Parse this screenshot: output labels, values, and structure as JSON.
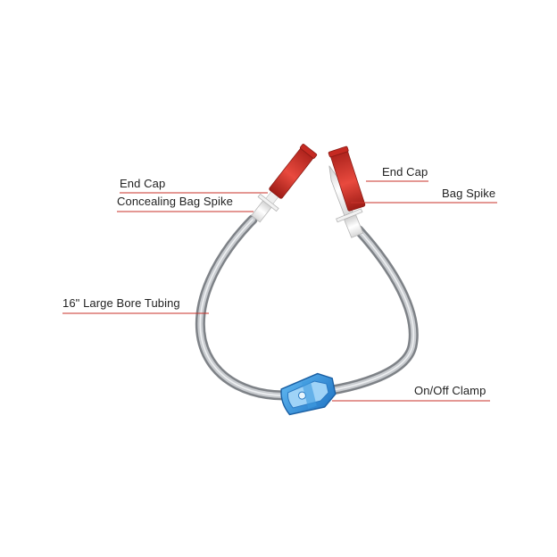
{
  "labels": {
    "end_cap_left": "End Cap",
    "concealing_bag_spike": "Concealing Bag Spike",
    "end_cap_right": "End Cap",
    "bag_spike": "Bag Spike",
    "tubing": "16\" Large Bore Tubing",
    "clamp": "On/Off Clamp"
  },
  "colors": {
    "leader_line": "#c8312a",
    "cap_red": "#d9342b",
    "tubing_gray": "#8f9398",
    "clamp_blue": "#2f8fd8",
    "background": "#ffffff"
  }
}
